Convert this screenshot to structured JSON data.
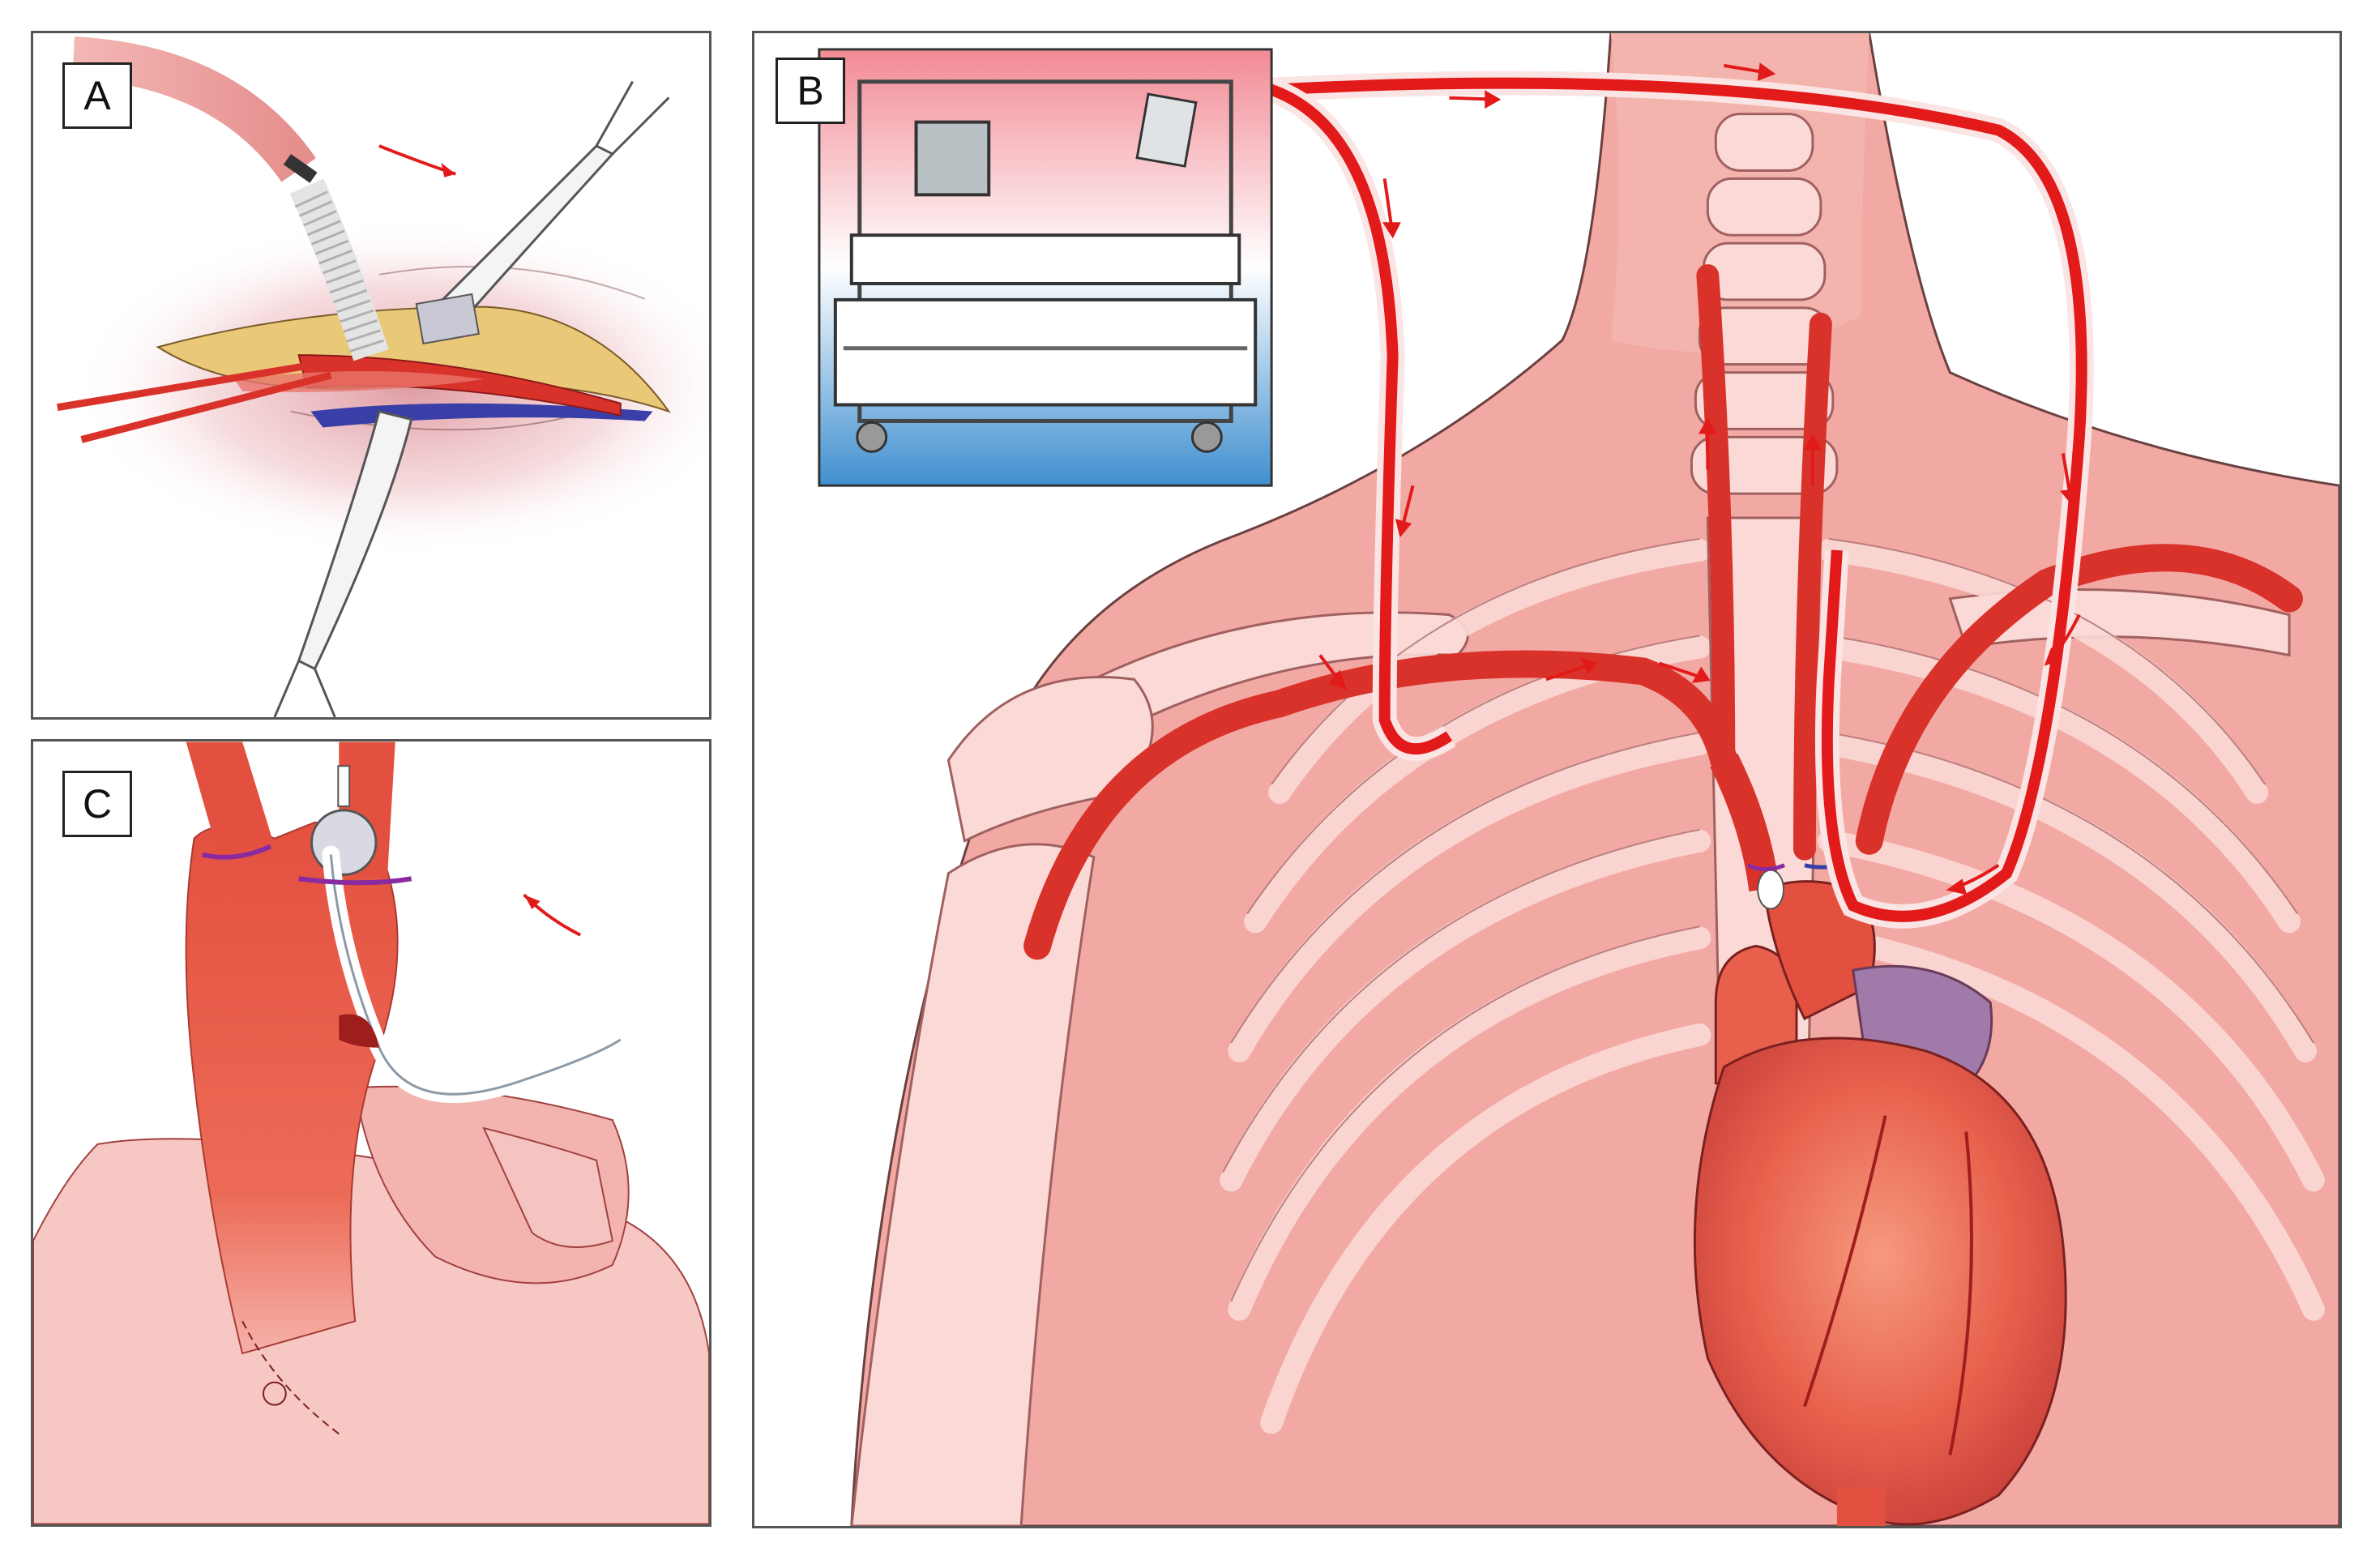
{
  "panels": [
    {
      "label": "A"
    },
    {
      "label": "B"
    },
    {
      "label": "C"
    }
  ],
  "colors": {
    "artery": "#d9322a",
    "flow_arrow": "#e21a1a",
    "skin": "#f2a9a3",
    "bone": "#fbd9d6",
    "heart": "#e8604c",
    "vein": "#3a3fa8",
    "fat": "#e9c977",
    "tube_ring": "#8a2aa0"
  }
}
